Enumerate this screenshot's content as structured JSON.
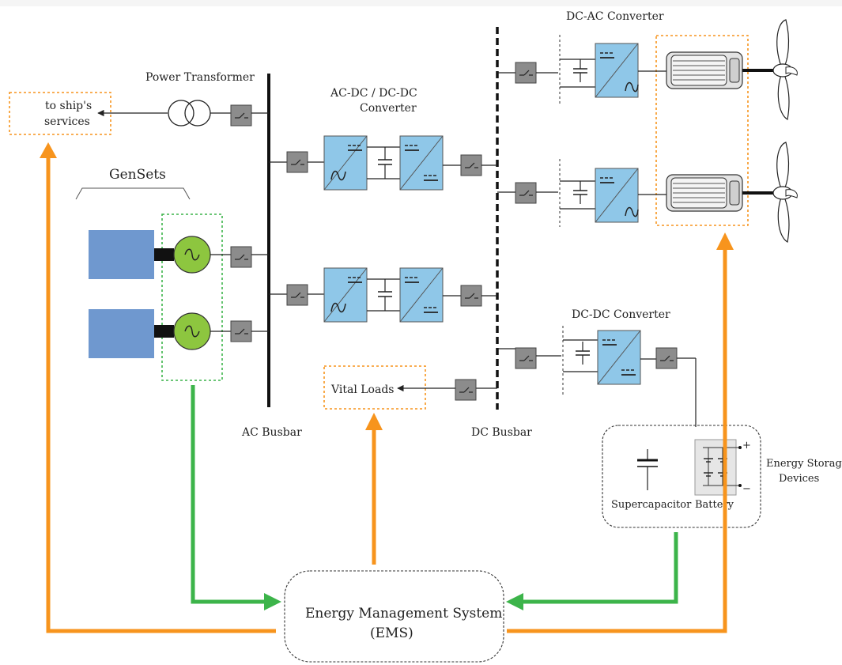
{
  "labels": {
    "power_transformer": "Power Transformer",
    "ship_services_line1": "to ship's",
    "ship_services_line2": "services",
    "gensets": "GenSets",
    "acdc_line1": "AC-DC / DC-DC",
    "acdc_line2": "Converter",
    "dcac": "DC-AC Converter",
    "dcdc": "DC-DC Converter",
    "ac_busbar": "AC Busbar",
    "dc_busbar": "DC Busbar",
    "vital_loads": "Vital Loads",
    "supercapacitor": "Supercapacitor",
    "battery": "Battery",
    "battery_plus": "+",
    "battery_minus": "−",
    "esd_line1": "Energy Storage",
    "esd_line2": "Devices",
    "ems_line1": "Energy Management System",
    "ems_line2": "(EMS)"
  },
  "colors": {
    "orange": "#f7941d",
    "green": "#3cb44a",
    "converter_blue": "#8fc7e8",
    "genset_blue": "#6f98cf",
    "generator_green": "#8dc63f",
    "breaker_gray": "#8c8c8c"
  },
  "icons": {
    "breaker": "circuit-breaker-icon",
    "transformer": "transformer-icon",
    "generator": "ac-generator-icon",
    "converter": "converter-icon",
    "motor": "electric-motor-icon",
    "propeller": "propeller-icon",
    "capacitor": "capacitor-icon",
    "battery": "battery-icon"
  }
}
